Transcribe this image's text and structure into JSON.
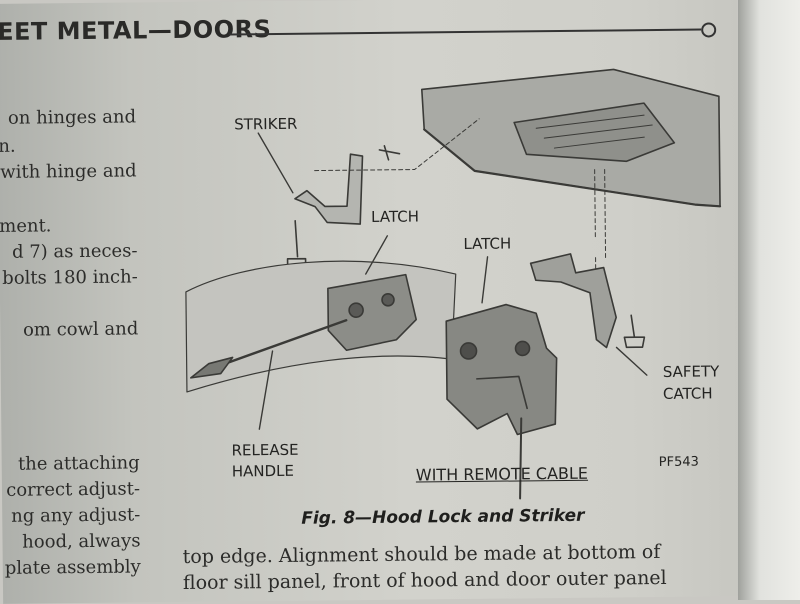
{
  "header": {
    "title": "EET METAL—DOORS"
  },
  "left_column": {
    "lines": [
      "on hinges and",
      "n.",
      "with hinge and",
      "ment.",
      "d 7) as neces-",
      "bolts 180 inch-",
      "om cowl and",
      "the attaching",
      "correct adjust-",
      "ng any adjust-",
      "hood, always",
      "plate assembly"
    ]
  },
  "figure": {
    "labels": {
      "striker": "STRIKER",
      "latch_left": "LATCH",
      "latch_right": "LATCH",
      "safety_catch_1": "SAFETY",
      "safety_catch_2": "CATCH",
      "release_handle_1": "RELEASE",
      "release_handle_2": "HANDLE",
      "remote_cable": "WITH REMOTE CABLE",
      "part_code": "PF543"
    },
    "caption": "Fig. 8—Hood Lock and Striker"
  },
  "bottom_text": {
    "line1": "top edge. Alignment should be made at bottom of",
    "line2": "floor sill panel, front of hood and door outer panel"
  }
}
